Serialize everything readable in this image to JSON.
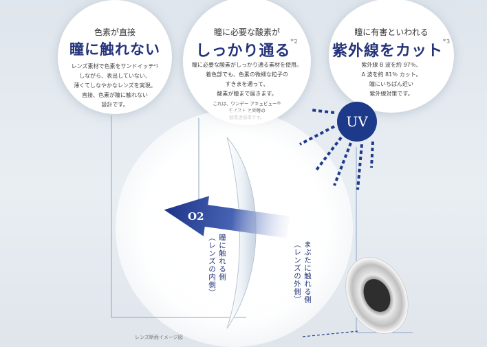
{
  "bubbles": [
    {
      "subtitle": "色素が直接",
      "headline": "瞳に触れない",
      "headline_note": "",
      "body": [
        "レンズ素材で色素をサンドイッチ",
        "しながら、表出していない、",
        "薄くてしなやかなレンズを実現。",
        "直接、色素が瞳に触れない",
        "設計です。"
      ],
      "body_sup": "*1"
    },
    {
      "subtitle": "瞳に必要な酸素が",
      "headline": "しっかり通る",
      "headline_note": "*2",
      "body": [
        "瞳に必要な酸素がしっかり通る素材を使用。",
        "着色部でも、色素の微細な粒子の",
        "すきまを通って、",
        "酸素が瞳まで届きます。"
      ],
      "note": [
        "これは、ワンデー アキュビュー",
        "モイスト と同等の",
        "酸素透過率です。"
      ]
    },
    {
      "subtitle": "瞳に有害といわれる",
      "headline": "紫外線をカット",
      "headline_note": "*3",
      "body": [
        "紫外線 B 波を約 97％、",
        "A 波を約 81％ カット。",
        "瞳にいちばん近い",
        "紫外線対策です。"
      ]
    }
  ],
  "uv_label": "UV",
  "o2_label": "O2",
  "labels": {
    "inner": [
      "瞳に触れる側",
      "（レンズの内側）"
    ],
    "outer": [
      "まぶたに触れる側",
      "（レンズの外側）"
    ]
  },
  "caption": "レンズ断面イメージ図",
  "colors": {
    "navy": "#24337a",
    "uv_blue": "#1d3a8a",
    "line": "#8ea3c4"
  }
}
